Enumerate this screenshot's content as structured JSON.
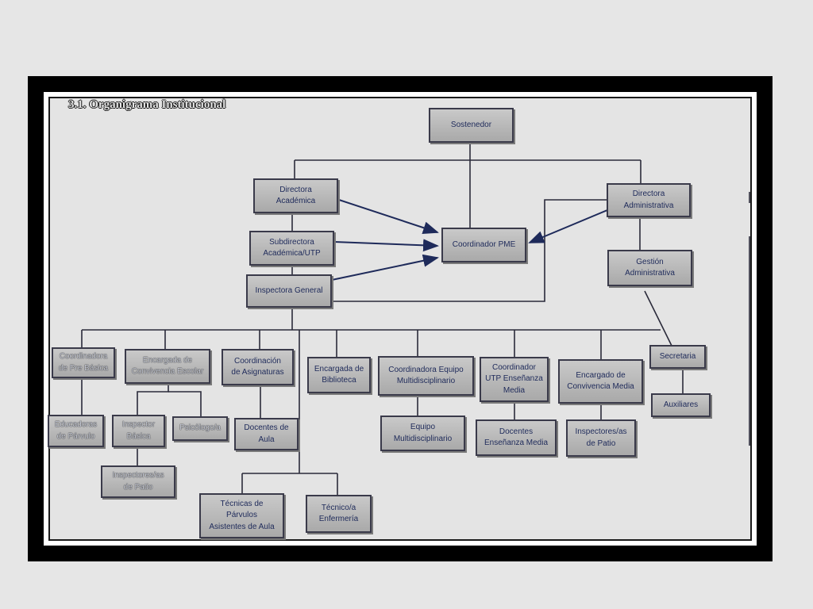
{
  "title": "3.1. Organigrama Institucional",
  "colors": {
    "frame": "#000000",
    "panel": "#e4e4e4",
    "box_text": "#1e2a5a",
    "arrow": "#1e2a5a"
  },
  "nodes": {
    "sostenedor": "Sostenedor",
    "directora_academica": "Directora\nAcadémica",
    "subdirectora": "Subdirectora\nAcadémica/UTP",
    "inspectora_general": "Inspectora General",
    "coordinador_pme": "Coordinador PME",
    "directora_administrativa": "Directora\nAdministrativa",
    "gestion_administrativa": "Gestión\nAdministrativa",
    "secretaria": "Secretaria",
    "auxiliares": "Auxiliares",
    "coordinadora_pre_basica": "Coordinadora\nde Pre Básica",
    "educadoras_parvulo": "Educadoras\nde Párvulo",
    "encargada_convivencia_escolar": "Encargada de\nConvivencia Escolar",
    "inspector_basica": "Inspector\nBásica",
    "psicologo": "Psicólogo/a",
    "inspectores_patio_basica": "Inspectores/as\nde Patio",
    "coordinacion_asignaturas": "Coordinación\nde Asignaturas",
    "docentes_aula": "Docentes de\nAula",
    "tecnicas_parvulos": "Técnicas de\nPárvulos\nAsistentes de Aula",
    "tecnico_enfermeria": "Técnico/a\nEnfermería",
    "encargada_biblioteca": "Encargada de\nBiblioteca",
    "coordinadora_equipo": "Coordinadora Equipo\nMultidisciplinario",
    "equipo_multidisciplinario": "Equipo\nMultidisciplinario",
    "coordinador_utp_media": "Coordinador\nUTP Enseñanza\nMedia",
    "docentes_media": "Docentes\nEnseñanza Media",
    "encargado_convivencia_media": "Encargado de\nConvivencia Media",
    "inspectores_patio_media": "Inspectores/as\nde Patio"
  }
}
